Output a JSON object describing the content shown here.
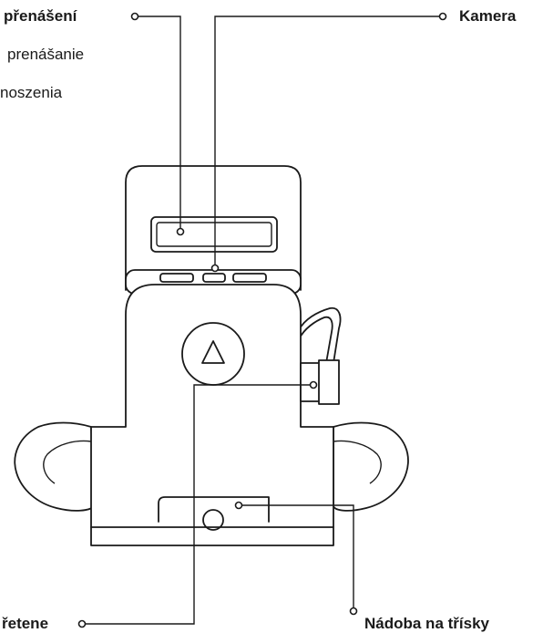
{
  "labels": {
    "transfer": {
      "title": "přenášení",
      "line2": "prenášanie",
      "line3": "noszenia"
    },
    "camera": "Kamera",
    "spindle": "řetene",
    "chip_bin": "Nádoba na třísky"
  },
  "icons": {
    "triangle_button": "triangle-up-icon"
  }
}
